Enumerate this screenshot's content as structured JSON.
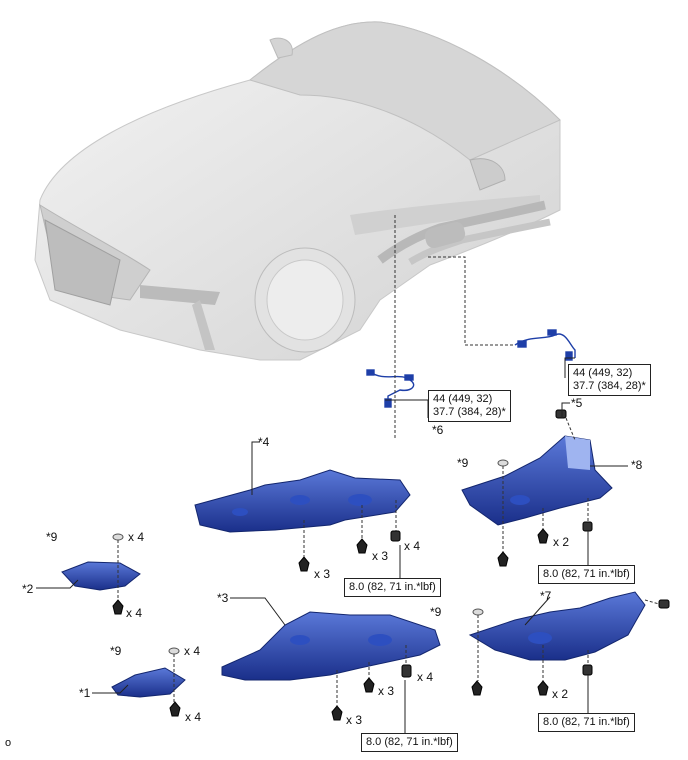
{
  "callouts": {
    "c1": "*1",
    "c2": "*2",
    "c3": "*3",
    "c4": "*4",
    "c5": "*5",
    "c6": "*6",
    "c7": "*7",
    "c8": "*8",
    "c9a": "*9",
    "c9b": "*9",
    "c9c": "*9",
    "c9d": "*9"
  },
  "quantities": {
    "q1": "x 4",
    "q2": "x 4",
    "q3": "x 4",
    "q4": "x 4",
    "q5": "x 3",
    "q6": "x 3",
    "q7": "x 4",
    "q8": "x 3",
    "q9": "x 3",
    "q10": "x 4",
    "q11": "x 2",
    "q12": "x 2"
  },
  "torque": {
    "sensor_upper_line1": "44 (449, 32)",
    "sensor_upper_line2": "37.7 (384, 28)*",
    "sensor_lower_line1": "44 (449, 32)",
    "sensor_lower_line2": "37.7 (384, 28)*",
    "bolt_4": "8.0 (82, 71 in.*lbf)",
    "bolt_3": "8.0 (82, 71 in.*lbf)",
    "bolt_8": "8.0 (82, 71 in.*lbf)",
    "bolt_7": "8.0 (82, 71 in.*lbf)"
  },
  "corner_mark": "o",
  "colors": {
    "cover": "#1e3fa8",
    "cover_light": "#5a78d8",
    "car": "#e6e6e6",
    "line": "#222222"
  },
  "icons": [
    "clip-icon",
    "bolt-icon",
    "screw-grommet-icon",
    "sensor-icon"
  ]
}
